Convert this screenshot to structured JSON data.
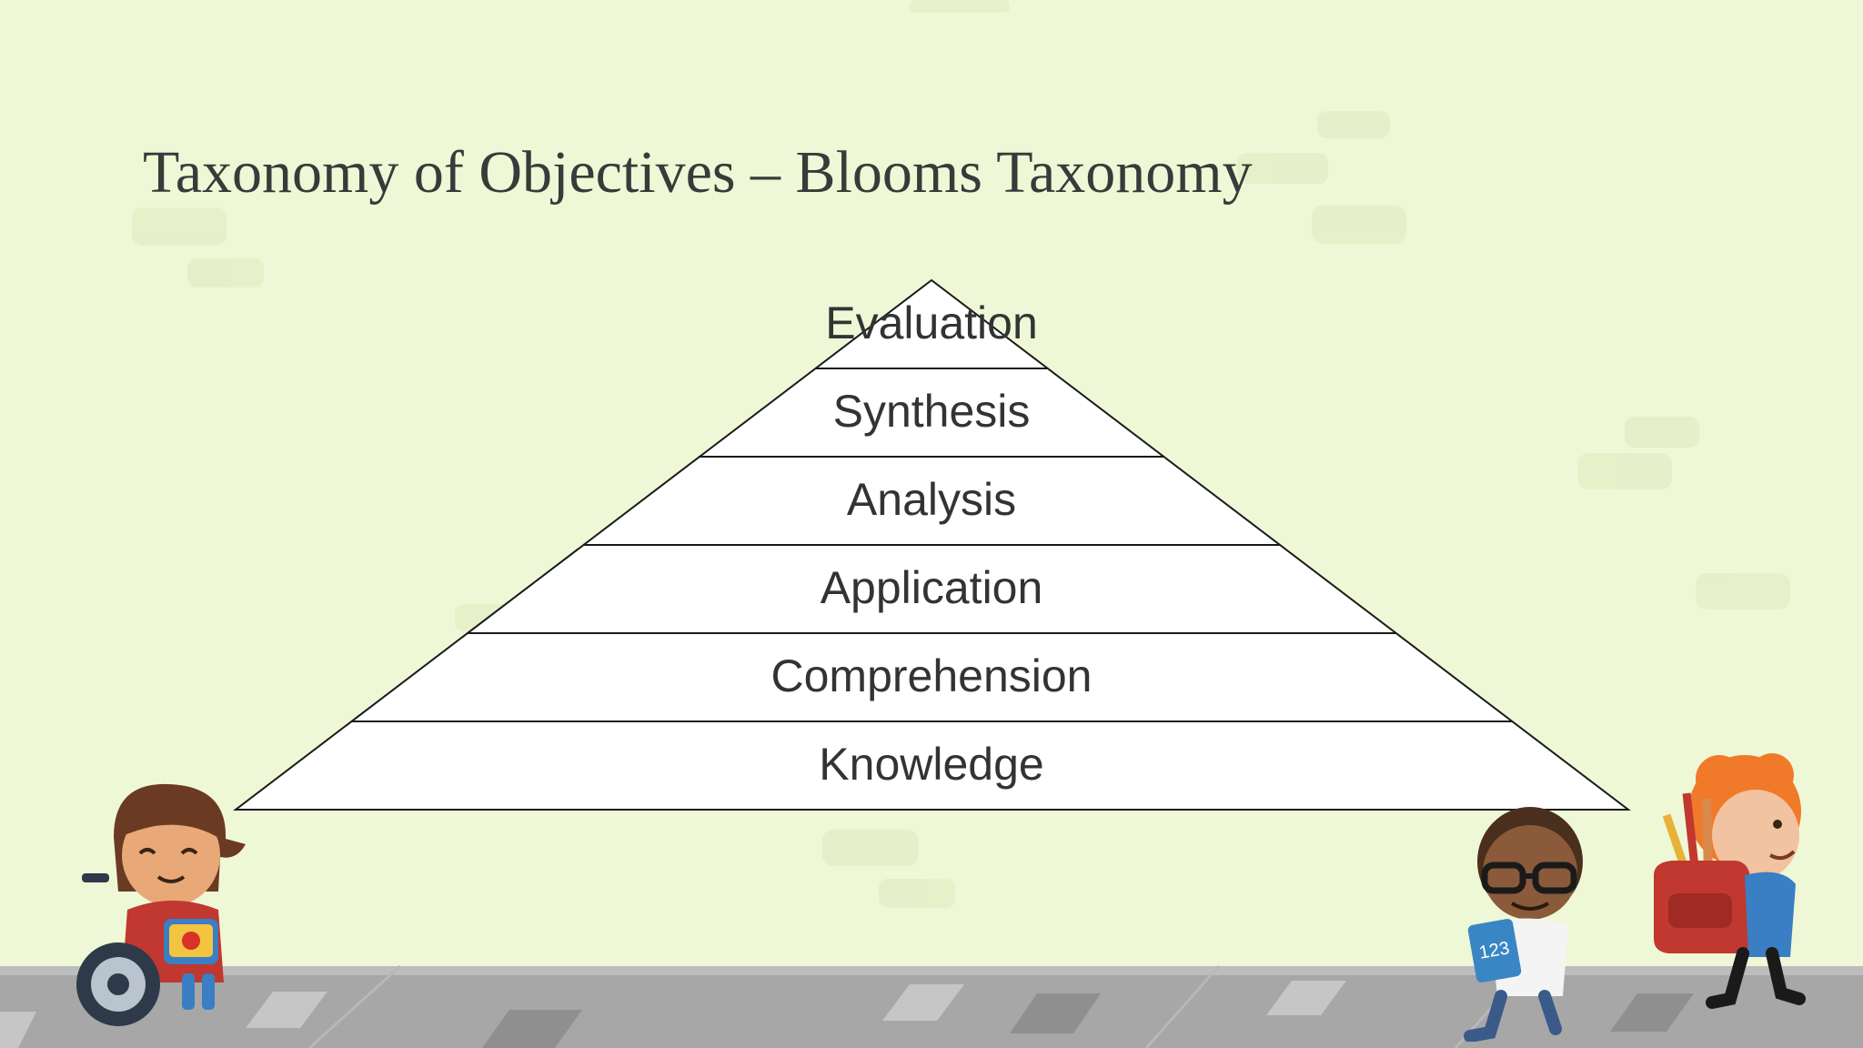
{
  "slide": {
    "title": "Taxonomy of Objectives – Blooms Taxonomy"
  },
  "pyramid": {
    "levels": [
      {
        "label": "Evaluation"
      },
      {
        "label": "Synthesis"
      },
      {
        "label": "Analysis"
      },
      {
        "label": "Application"
      },
      {
        "label": "Comprehension"
      },
      {
        "label": "Knowledge"
      }
    ]
  },
  "colors": {
    "background": "#eff8d6",
    "road": "#a7a7a7",
    "pyramid_fill": "#ffffff",
    "pyramid_stroke": "#1a1a1a",
    "text": "#333333"
  },
  "illustrations": {
    "left": "child-in-wheelchair-with-lunchbox",
    "middle": "child-with-glasses-carrying-123-book",
    "right": "redhead-child-with-backpack-and-pencils"
  }
}
